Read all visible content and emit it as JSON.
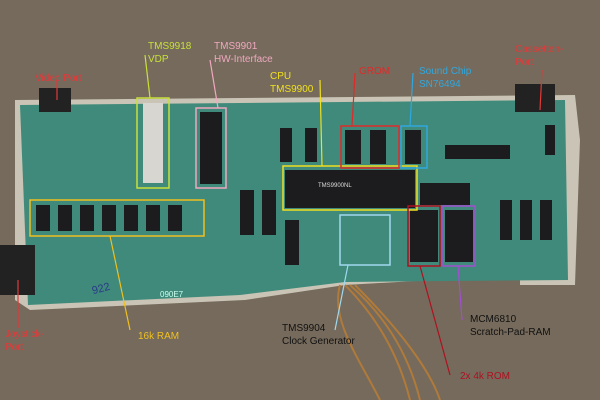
{
  "labels": {
    "video_port": {
      "text": "Video Port",
      "color": "#e03a3a"
    },
    "vdp": {
      "line1": "TMS9918",
      "line2": "VDP",
      "color": "#c8e03a"
    },
    "hw_interface": {
      "line1": "TMS9901",
      "line2": "HW-Interface",
      "color": "#f0a8c0"
    },
    "cpu": {
      "line1": "CPU",
      "line2": "TMS9900",
      "color": "#f0e020"
    },
    "grom": {
      "text": "GROM",
      "color": "#e02a2a"
    },
    "sound_chip": {
      "line1": "Sound Chip",
      "line2": "SN76494",
      "color": "#30a8e0"
    },
    "cassette_port": {
      "line1": "Cassetten-",
      "line2": "Port",
      "color": "#e03a3a"
    },
    "joystick_port": {
      "line1": "Joystick-",
      "line2": "Port",
      "color": "#e03a3a"
    },
    "ram16k": {
      "text": "16k RAM",
      "color": "#f0c020"
    },
    "clock_gen": {
      "line1": "TMS9904",
      "line2": "Clock Generator",
      "color": "#111111"
    },
    "scratch_ram": {
      "line1": "MCM6810",
      "line2": "Scratch-Pad-RAM",
      "color": "#111111"
    },
    "rom": {
      "text": "2x 4k ROM",
      "color": "#b01020"
    }
  },
  "board_print": {
    "id": "090E7",
    "chip_cpu": "TMS9900NL"
  },
  "handwriting": "922"
}
